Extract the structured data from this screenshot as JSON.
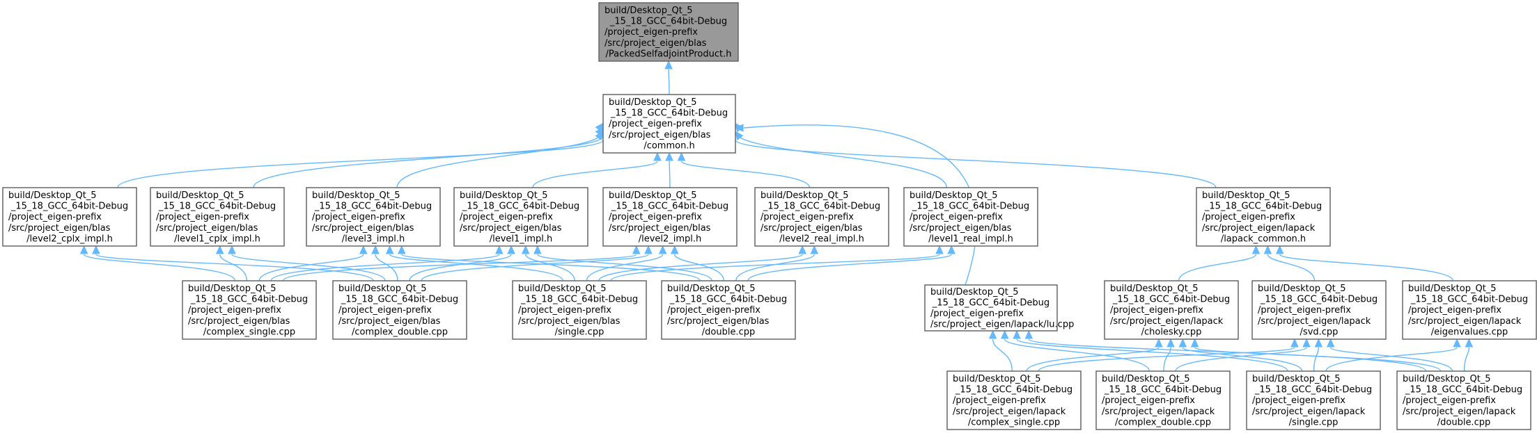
{
  "nodes": {
    "root": [
      "build/Desktop_Qt_5",
      "_15_18_GCC_64bit-Debug",
      "/project_eigen-prefix",
      "/src/project_eigen/blas",
      "/PackedSelfadjointProduct.h"
    ],
    "common": [
      "build/Desktop_Qt_5",
      "_15_18_GCC_64bit-Debug",
      "/project_eigen-prefix",
      "/src/project_eigen/blas",
      "/common.h"
    ],
    "level2_cplx": [
      "build/Desktop_Qt_5",
      "_15_18_GCC_64bit-Debug",
      "/project_eigen-prefix",
      "/src/project_eigen/blas",
      "/level2_cplx_impl.h"
    ],
    "level1_cplx": [
      "build/Desktop_Qt_5",
      "_15_18_GCC_64bit-Debug",
      "/project_eigen-prefix",
      "/src/project_eigen/blas",
      "/level1_cplx_impl.h"
    ],
    "level3": [
      "build/Desktop_Qt_5",
      "_15_18_GCC_64bit-Debug",
      "/project_eigen-prefix",
      "/src/project_eigen/blas",
      "/level3_impl.h"
    ],
    "level1": [
      "build/Desktop_Qt_5",
      "_15_18_GCC_64bit-Debug",
      "/project_eigen-prefix",
      "/src/project_eigen/blas",
      "/level1_impl.h"
    ],
    "level2": [
      "build/Desktop_Qt_5",
      "_15_18_GCC_64bit-Debug",
      "/project_eigen-prefix",
      "/src/project_eigen/blas",
      "/level2_impl.h"
    ],
    "level2_real": [
      "build/Desktop_Qt_5",
      "_15_18_GCC_64bit-Debug",
      "/project_eigen-prefix",
      "/src/project_eigen/blas",
      "/level2_real_impl.h"
    ],
    "level1_real": [
      "build/Desktop_Qt_5",
      "_15_18_GCC_64bit-Debug",
      "/project_eigen-prefix",
      "/src/project_eigen/blas",
      "/level1_real_impl.h"
    ],
    "lapack_common": [
      "build/Desktop_Qt_5",
      "_15_18_GCC_64bit-Debug",
      "/project_eigen-prefix",
      "/src/project_eigen/lapack",
      "/lapack_common.h"
    ],
    "blas_complex_single": [
      "build/Desktop_Qt_5",
      "_15_18_GCC_64bit-Debug",
      "/project_eigen-prefix",
      "/src/project_eigen/blas",
      "/complex_single.cpp"
    ],
    "blas_complex_double": [
      "build/Desktop_Qt_5",
      "_15_18_GCC_64bit-Debug",
      "/project_eigen-prefix",
      "/src/project_eigen/blas",
      "/complex_double.cpp"
    ],
    "blas_single": [
      "build/Desktop_Qt_5",
      "_15_18_GCC_64bit-Debug",
      "/project_eigen-prefix",
      "/src/project_eigen/blas",
      "/single.cpp"
    ],
    "blas_double": [
      "build/Desktop_Qt_5",
      "_15_18_GCC_64bit-Debug",
      "/project_eigen-prefix",
      "/src/project_eigen/blas",
      "/double.cpp"
    ],
    "lu": [
      "build/Desktop_Qt_5",
      "_15_18_GCC_64bit-Debug",
      "/project_eigen-prefix",
      "/src/project_eigen/lapack/lu.cpp"
    ],
    "cholesky": [
      "build/Desktop_Qt_5",
      "_15_18_GCC_64bit-Debug",
      "/project_eigen-prefix",
      "/src/project_eigen/lapack",
      "/cholesky.cpp"
    ],
    "svd": [
      "build/Desktop_Qt_5",
      "_15_18_GCC_64bit-Debug",
      "/project_eigen-prefix",
      "/src/project_eigen/lapack",
      "/svd.cpp"
    ],
    "eigenvalues": [
      "build/Desktop_Qt_5",
      "_15_18_GCC_64bit-Debug",
      "/project_eigen-prefix",
      "/src/project_eigen/lapack",
      "/eigenvalues.cpp"
    ],
    "lapack_complex_single": [
      "build/Desktop_Qt_5",
      "_15_18_GCC_64bit-Debug",
      "/project_eigen-prefix",
      "/src/project_eigen/lapack",
      "/complex_single.cpp"
    ],
    "lapack_complex_double": [
      "build/Desktop_Qt_5",
      "_15_18_GCC_64bit-Debug",
      "/project_eigen-prefix",
      "/src/project_eigen/lapack",
      "/complex_double.cpp"
    ],
    "lapack_single": [
      "build/Desktop_Qt_5",
      "_15_18_GCC_64bit-Debug",
      "/project_eigen-prefix",
      "/src/project_eigen/lapack",
      "/single.cpp"
    ],
    "lapack_double": [
      "build/Desktop_Qt_5",
      "_15_18_GCC_64bit-Debug",
      "/project_eigen-prefix",
      "/src/project_eigen/lapack",
      "/double.cpp"
    ]
  },
  "edges": [
    [
      "common",
      "root"
    ],
    [
      "level2_cplx",
      "common"
    ],
    [
      "level1_cplx",
      "common"
    ],
    [
      "level3",
      "common"
    ],
    [
      "level1",
      "common"
    ],
    [
      "level2",
      "common"
    ],
    [
      "level2_real",
      "common"
    ],
    [
      "level1_real",
      "common"
    ],
    [
      "lapack_common",
      "common"
    ],
    [
      "lu",
      "common"
    ],
    [
      "blas_complex_single",
      "level2_cplx"
    ],
    [
      "blas_complex_double",
      "level2_cplx"
    ],
    [
      "blas_complex_single",
      "level1_cplx"
    ],
    [
      "blas_complex_double",
      "level1_cplx"
    ],
    [
      "blas_complex_single",
      "level3"
    ],
    [
      "blas_complex_double",
      "level3"
    ],
    [
      "blas_single",
      "level3"
    ],
    [
      "blas_double",
      "level3"
    ],
    [
      "blas_complex_single",
      "level1"
    ],
    [
      "blas_complex_double",
      "level1"
    ],
    [
      "blas_single",
      "level1"
    ],
    [
      "blas_double",
      "level1"
    ],
    [
      "blas_complex_single",
      "level2"
    ],
    [
      "blas_complex_double",
      "level2"
    ],
    [
      "blas_single",
      "level2"
    ],
    [
      "blas_double",
      "level2"
    ],
    [
      "blas_single",
      "level2_real"
    ],
    [
      "blas_double",
      "level2_real"
    ],
    [
      "blas_single",
      "level1_real"
    ],
    [
      "blas_double",
      "level1_real"
    ],
    [
      "cholesky",
      "lapack_common"
    ],
    [
      "svd",
      "lapack_common"
    ],
    [
      "eigenvalues",
      "lapack_common"
    ],
    [
      "lapack_complex_single",
      "lu"
    ],
    [
      "lapack_complex_double",
      "lu"
    ],
    [
      "lapack_single",
      "lu"
    ],
    [
      "lapack_double",
      "lu"
    ],
    [
      "lapack_complex_single",
      "cholesky"
    ],
    [
      "lapack_complex_double",
      "cholesky"
    ],
    [
      "lapack_single",
      "cholesky"
    ],
    [
      "lapack_double",
      "cholesky"
    ],
    [
      "lapack_complex_single",
      "svd"
    ],
    [
      "lapack_complex_double",
      "svd"
    ],
    [
      "lapack_single",
      "svd"
    ],
    [
      "lapack_double",
      "svd"
    ],
    [
      "lapack_single",
      "eigenvalues"
    ],
    [
      "lapack_double",
      "eigenvalues"
    ]
  ],
  "colors": {
    "edge": "#63b8ff",
    "root_fill": "#999999",
    "node_fill": "#ffffff",
    "border": "#666666",
    "text": "#000000"
  }
}
